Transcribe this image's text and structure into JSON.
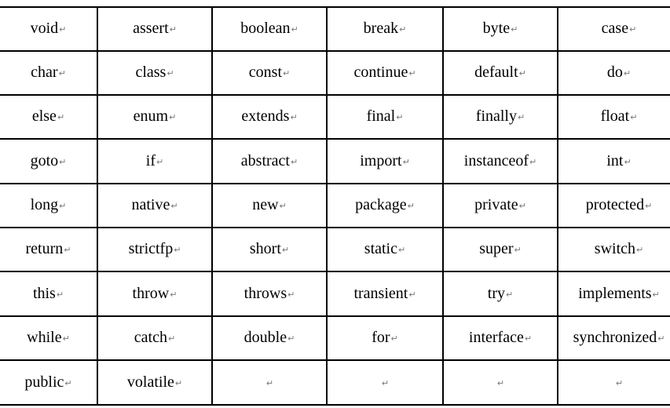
{
  "table": {
    "rows": [
      [
        "void",
        "assert",
        "boolean",
        "break",
        "byte",
        "case"
      ],
      [
        "char",
        "class",
        "const",
        "continue",
        "default",
        "do"
      ],
      [
        "else",
        "enum",
        "extends",
        "final",
        "finally",
        "float"
      ],
      [
        "goto",
        "if",
        "abstract",
        "import",
        "instanceof",
        "int"
      ],
      [
        "long",
        "native",
        "new",
        "package",
        "private",
        "protected"
      ],
      [
        "return",
        "strictfp",
        "short",
        "static",
        "super",
        "switch"
      ],
      [
        "this",
        "throw",
        "throws",
        "transient",
        "try",
        "implements"
      ],
      [
        "while",
        "catch",
        "double",
        "for",
        "interface",
        "synchronized"
      ],
      [
        "public",
        "volatile",
        "",
        "",
        "",
        ""
      ]
    ],
    "paragraph_mark": "↵",
    "paragraph_mark_color": "#777777",
    "border_color": "#000000"
  }
}
